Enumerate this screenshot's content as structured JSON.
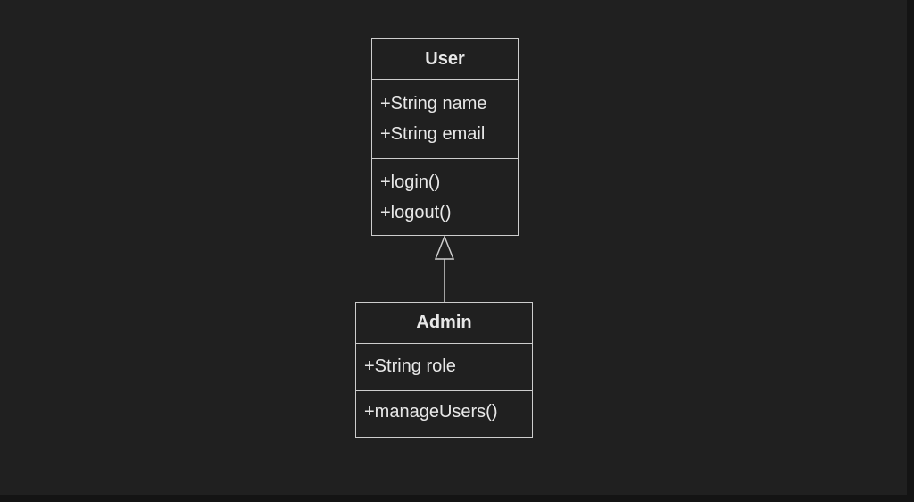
{
  "diagram": {
    "kind": "uml-class-diagram",
    "classes": [
      {
        "name": "User",
        "attributes": [
          "+String name",
          "+String email"
        ],
        "methods": [
          "+login()",
          "+logout()"
        ]
      },
      {
        "name": "Admin",
        "attributes": [
          "+String role"
        ],
        "methods": [
          "+manageUsers()"
        ]
      }
    ],
    "relations": [
      {
        "type": "inheritance",
        "from": "Admin",
        "to": "User"
      }
    ]
  },
  "colors": {
    "background": "#202020",
    "edge_band": "#141414",
    "node_fill": "#202020",
    "node_border": "#cdcdcd",
    "text": "#e8e8e8"
  }
}
